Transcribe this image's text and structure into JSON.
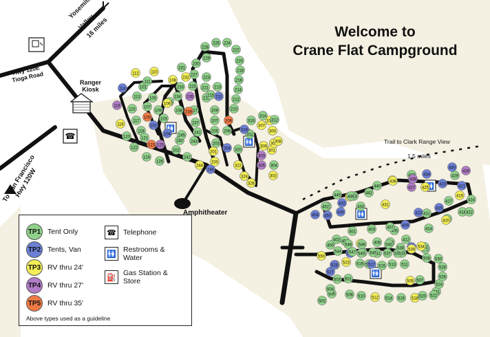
{
  "title_line1": "Welcome to",
  "title_line2": "Crane Flat Campground",
  "labels": {
    "yosemite_line1": "Yosemite",
    "yosemite_line2": "Valley",
    "yosemite_line3": "16 miles",
    "hwy120e_line1": "Hwy 120E",
    "hwy120e_line2": "Tioga Road",
    "ranger_line1": "Ranger",
    "ranger_line2": "Kiosk",
    "sanfran_line1": "To San Francisco",
    "sanfran_line2": "Hwy 120W",
    "amphitheater": "Amphitheater",
    "trail": "Trail to Clark Range View",
    "trail_distance": "1.5 miles"
  },
  "legend": {
    "types": [
      {
        "code": "TP1",
        "label": "Tent Only",
        "color": "#8fd18a"
      },
      {
        "code": "TP2",
        "label": "Tents, Van",
        "color": "#6b7fd4"
      },
      {
        "code": "TP3",
        "label": "RV thru 24'",
        "color": "#f2ee55"
      },
      {
        "code": "TP4",
        "label": "RV thru 27'",
        "color": "#b07cc6"
      },
      {
        "code": "TP5",
        "label": "RV thru 35'",
        "color": "#f07a45"
      }
    ],
    "telephone": "Telephone",
    "restrooms_line1": "Restrooms &",
    "restrooms_line2": "Water",
    "gas_line1": "Gas Station &",
    "gas_line2": "Store",
    "note": "Above types used as a guideline"
  },
  "colors": {
    "tp1": "#8fd18a",
    "tp2": "#6b7fd4",
    "tp3": "#f2ee55",
    "tp4": "#b07cc6",
    "tp5": "#f07a45",
    "terrain": "#f4f0e2"
  },
  "icons": [
    "telephone-icon",
    "restroom-icon",
    "gas-station-icon",
    "ranger-kiosk-icon",
    "north-arrow-icon"
  ],
  "sites": [
    {
      "n": "228",
      "t": 1
    },
    {
      "n": "226",
      "t": 1
    },
    {
      "n": "224",
      "t": 1
    },
    {
      "n": "222",
      "t": 1
    },
    {
      "n": "220",
      "t": 1
    },
    {
      "n": "218",
      "t": 1
    },
    {
      "n": "216",
      "t": 1
    },
    {
      "n": "214",
      "t": 1
    },
    {
      "n": "212",
      "t": 1
    },
    {
      "n": "210",
      "t": 1
    },
    {
      "n": "230",
      "t": 1
    },
    {
      "n": "229",
      "t": 1
    },
    {
      "n": "227",
      "t": 1
    },
    {
      "n": "225",
      "t": 1
    },
    {
      "n": "223",
      "t": 1
    },
    {
      "n": "221",
      "t": 1
    },
    {
      "n": "219",
      "t": 1
    },
    {
      "n": "217",
      "t": 1
    },
    {
      "n": "215",
      "t": 1
    },
    {
      "n": "213",
      "t": 1
    },
    {
      "n": "211",
      "t": 2
    },
    {
      "n": "209",
      "t": 1
    },
    {
      "n": "207",
      "t": 1
    },
    {
      "n": "205",
      "t": 1
    },
    {
      "n": "203",
      "t": 1
    },
    {
      "n": "201",
      "t": 3
    },
    {
      "n": "208",
      "t": 5
    },
    {
      "n": "206",
      "t": 1
    },
    {
      "n": "204",
      "t": 2
    },
    {
      "n": "202",
      "t": 1
    },
    {
      "n": "231",
      "t": 1
    },
    {
      "n": "232",
      "t": 3
    },
    {
      "n": "233",
      "t": 1
    },
    {
      "n": "234",
      "t": 1
    },
    {
      "n": "235",
      "t": 4
    },
    {
      "n": "236",
      "t": 1
    },
    {
      "n": "237",
      "t": 1
    },
    {
      "n": "238",
      "t": 1
    },
    {
      "n": "239",
      "t": 5
    },
    {
      "n": "240",
      "t": 1
    },
    {
      "n": "241",
      "t": 1
    },
    {
      "n": "242",
      "t": 1
    },
    {
      "n": "243",
      "t": 1
    },
    {
      "n": "244",
      "t": 3
    },
    {
      "n": "245",
      "t": 1
    },
    {
      "n": "246",
      "t": 2
    },
    {
      "n": "200",
      "t": 3
    },
    {
      "n": "110",
      "t": 3
    },
    {
      "n": "112",
      "t": 3
    },
    {
      "n": "113",
      "t": 1
    },
    {
      "n": "114",
      "t": 2
    },
    {
      "n": "115",
      "t": 1
    },
    {
      "n": "116",
      "t": 4
    },
    {
      "n": "117",
      "t": 1
    },
    {
      "n": "118",
      "t": 3
    },
    {
      "n": "119",
      "t": 1
    },
    {
      "n": "120",
      "t": 1
    },
    {
      "n": "121",
      "t": 1
    },
    {
      "n": "122",
      "t": 1
    },
    {
      "n": "123",
      "t": 5
    },
    {
      "n": "124",
      "t": 1
    },
    {
      "n": "125",
      "t": 4
    },
    {
      "n": "126",
      "t": 1
    },
    {
      "n": "100",
      "t": 1
    },
    {
      "n": "101",
      "t": 1
    },
    {
      "n": "102",
      "t": 2
    },
    {
      "n": "103",
      "t": 1
    },
    {
      "n": "104",
      "t": 2
    },
    {
      "n": "105",
      "t": 5
    },
    {
      "n": "106",
      "t": 3
    },
    {
      "n": "107",
      "t": 1
    },
    {
      "n": "108",
      "t": 3
    },
    {
      "n": "109",
      "t": 1
    },
    {
      "n": "111",
      "t": 1
    },
    {
      "n": "300",
      "t": 3
    },
    {
      "n": "301",
      "t": 3
    },
    {
      "n": "302",
      "t": 3
    },
    {
      "n": "303",
      "t": 4
    },
    {
      "n": "304",
      "t": 1
    },
    {
      "n": "305",
      "t": 4
    },
    {
      "n": "306",
      "t": 3
    },
    {
      "n": "307",
      "t": 3
    },
    {
      "n": "308",
      "t": 3
    },
    {
      "n": "309",
      "t": 3
    },
    {
      "n": "310",
      "t": 3
    },
    {
      "n": "311",
      "t": 1
    },
    {
      "n": "312",
      "t": 1
    },
    {
      "n": "314",
      "t": 1
    },
    {
      "n": "316",
      "t": 1
    },
    {
      "n": "318",
      "t": 2
    },
    {
      "n": "320",
      "t": 1
    },
    {
      "n": "322",
      "t": 3
    },
    {
      "n": "324",
      "t": 3
    },
    {
      "n": "326",
      "t": 3
    },
    {
      "n": "400",
      "t": 1
    },
    {
      "n": "401",
      "t": 1
    },
    {
      "n": "402",
      "t": 1
    },
    {
      "n": "403",
      "t": 1
    },
    {
      "n": "404",
      "t": 1
    },
    {
      "n": "405",
      "t": 1
    },
    {
      "n": "406",
      "t": 3
    },
    {
      "n": "407",
      "t": 1
    },
    {
      "n": "408",
      "t": 1
    },
    {
      "n": "409",
      "t": 2
    },
    {
      "n": "410",
      "t": 1
    },
    {
      "n": "411",
      "t": 1
    },
    {
      "n": "412",
      "t": 1
    },
    {
      "n": "413",
      "t": 2
    },
    {
      "n": "414",
      "t": 1
    },
    {
      "n": "415",
      "t": 2
    },
    {
      "n": "416",
      "t": 1
    },
    {
      "n": "417",
      "t": 1
    },
    {
      "n": "418",
      "t": 1
    },
    {
      "n": "419",
      "t": 3
    },
    {
      "n": "420",
      "t": 3
    },
    {
      "n": "421",
      "t": 2
    },
    {
      "n": "422",
      "t": 1
    },
    {
      "n": "423",
      "t": 2
    },
    {
      "n": "424",
      "t": 1
    },
    {
      "n": "425",
      "t": 3
    },
    {
      "n": "427",
      "t": 4
    },
    {
      "n": "428",
      "t": 4
    },
    {
      "n": "429",
      "t": 1
    },
    {
      "n": "430",
      "t": 2
    },
    {
      "n": "431",
      "t": 3
    },
    {
      "n": "432",
      "t": 2
    },
    {
      "n": "433",
      "t": 1
    },
    {
      "n": "434",
      "t": 2
    },
    {
      "n": "435",
      "t": 2
    },
    {
      "n": "436",
      "t": 3
    },
    {
      "n": "437",
      "t": 1
    },
    {
      "n": "438",
      "t": 3
    },
    {
      "n": "440",
      "t": 1
    },
    {
      "n": "442",
      "t": 1
    },
    {
      "n": "443",
      "t": 1
    },
    {
      "n": "444",
      "t": 3
    },
    {
      "n": "445",
      "t": 1
    },
    {
      "n": "446",
      "t": 1
    },
    {
      "n": "448",
      "t": 1
    },
    {
      "n": "450",
      "t": 2
    },
    {
      "n": "452",
      "t": 1
    },
    {
      "n": "454",
      "t": 2
    },
    {
      "n": "439",
      "t": 4
    },
    {
      "n": "500",
      "t": 1
    },
    {
      "n": "501",
      "t": 1
    },
    {
      "n": "502",
      "t": 1
    },
    {
      "n": "503",
      "t": 1
    },
    {
      "n": "504",
      "t": 1
    },
    {
      "n": "505",
      "t": 3
    },
    {
      "n": "506",
      "t": 1
    },
    {
      "n": "507",
      "t": 1
    },
    {
      "n": "508",
      "t": 1
    },
    {
      "n": "509",
      "t": 1
    },
    {
      "n": "510",
      "t": 1
    },
    {
      "n": "511",
      "t": 1
    },
    {
      "n": "512",
      "t": 3
    },
    {
      "n": "513",
      "t": 1
    },
    {
      "n": "514",
      "t": 1
    },
    {
      "n": "515",
      "t": 1
    },
    {
      "n": "516",
      "t": 1
    },
    {
      "n": "517",
      "t": 2
    },
    {
      "n": "518",
      "t": 3
    },
    {
      "n": "519",
      "t": 1
    },
    {
      "n": "520",
      "t": 1
    },
    {
      "n": "521",
      "t": 1
    },
    {
      "n": "522",
      "t": 1
    },
    {
      "n": "523",
      "t": 3
    },
    {
      "n": "524",
      "t": 1
    },
    {
      "n": "525",
      "t": 3
    },
    {
      "n": "526",
      "t": 1
    },
    {
      "n": "527",
      "t": 2
    },
    {
      "n": "528",
      "t": 1
    },
    {
      "n": "529",
      "t": 2
    },
    {
      "n": "530",
      "t": 1
    },
    {
      "n": "531",
      "t": 1
    },
    {
      "n": "532",
      "t": 1
    },
    {
      "n": "533",
      "t": 1
    },
    {
      "n": "534",
      "t": 3
    },
    {
      "n": "535",
      "t": 1
    },
    {
      "n": "536",
      "t": 2
    },
    {
      "n": "537",
      "t": 1
    },
    {
      "n": "538",
      "t": 1
    },
    {
      "n": "539",
      "t": 3
    },
    {
      "n": "540",
      "t": 1
    },
    {
      "n": "541",
      "t": 1
    },
    {
      "n": "542",
      "t": 1
    },
    {
      "n": "543",
      "t": 2
    },
    {
      "n": "544",
      "t": 1
    },
    {
      "n": "545",
      "t": 1
    },
    {
      "n": "546",
      "t": 1
    },
    {
      "n": "547",
      "t": 1
    },
    {
      "n": "548",
      "t": 1
    },
    {
      "n": "549",
      "t": 1
    },
    {
      "n": "550",
      "t": 3
    }
  ]
}
